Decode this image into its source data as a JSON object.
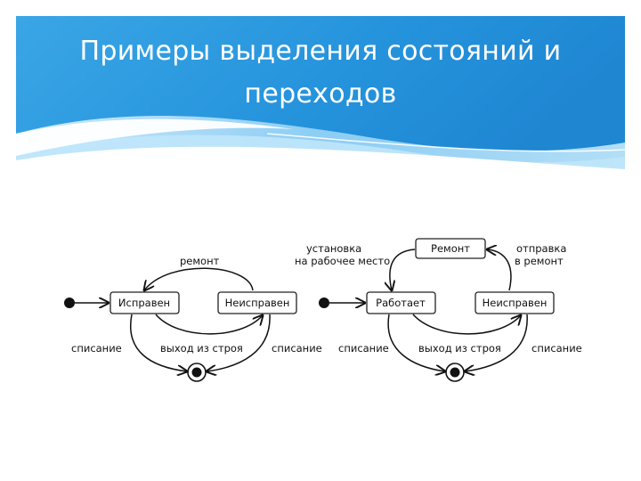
{
  "slide": {
    "title_line1": "Примеры выделения состояний и",
    "title_line2": "переходов"
  },
  "diagram_left": {
    "states": {
      "ok": "Исправен",
      "broken": "Неисправен"
    },
    "labels": {
      "repair": "ремонт",
      "writeoff_left": "списание",
      "failure": "выход из строя",
      "writeoff_right": "списание"
    }
  },
  "diagram_right": {
    "states": {
      "repair": "Ремонт",
      "working": "Работает",
      "broken": "Неисправен"
    },
    "labels": {
      "install_1": "установка",
      "install_2": "на рабочее место",
      "send_1": "отправка",
      "send_2": "в ремонт",
      "writeoff_left": "списание",
      "failure": "выход из строя",
      "writeoff_right": "списание"
    }
  },
  "colors": {
    "header_blue": "#2f9be0",
    "header_light": "#8fd1f7"
  }
}
